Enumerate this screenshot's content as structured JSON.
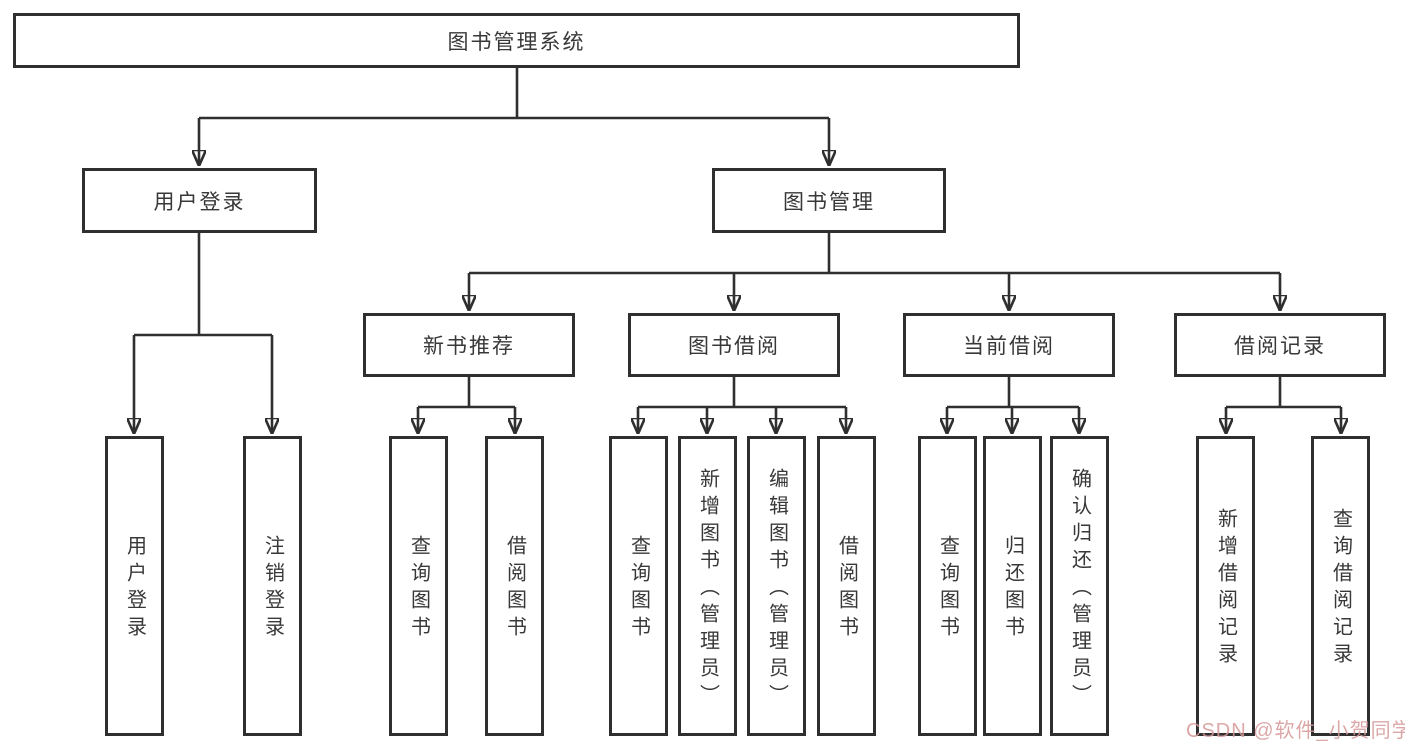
{
  "diagram": {
    "title": "图书管理系统",
    "nodes": {
      "root": "图书管理系统",
      "branch_user_login": "用户登录",
      "branch_book_mgmt": "图书管理",
      "sub_new_books": "新书推荐",
      "sub_book_borrow": "图书借阅",
      "sub_current_borrow": "当前借阅",
      "sub_borrow_records": "借阅记录",
      "leaf_user_login": "用户登录",
      "leaf_logout": "注销登录",
      "leaf_nb_query_books": "查询图书",
      "leaf_nb_borrow_books": "借阅图书",
      "leaf_bb_query_books": "查询图书",
      "leaf_bb_add_books": "新增图书（管理员）",
      "leaf_bb_edit_books": "编辑图书（管理员）",
      "leaf_bb_borrow_books": "借阅图书",
      "leaf_cb_query_books": "查询图书",
      "leaf_cb_return_books": "归还图书",
      "leaf_cb_confirm_return": "确认归还（管理员）",
      "leaf_br_add_record": "新增借阅记录",
      "leaf_br_query_record": "查询借阅记录"
    },
    "colors": {
      "line": "#2f2f2f",
      "box_background": "#ffffff",
      "watermark": "#d59898"
    }
  },
  "watermark": "CSDN @软件_小贺同学"
}
